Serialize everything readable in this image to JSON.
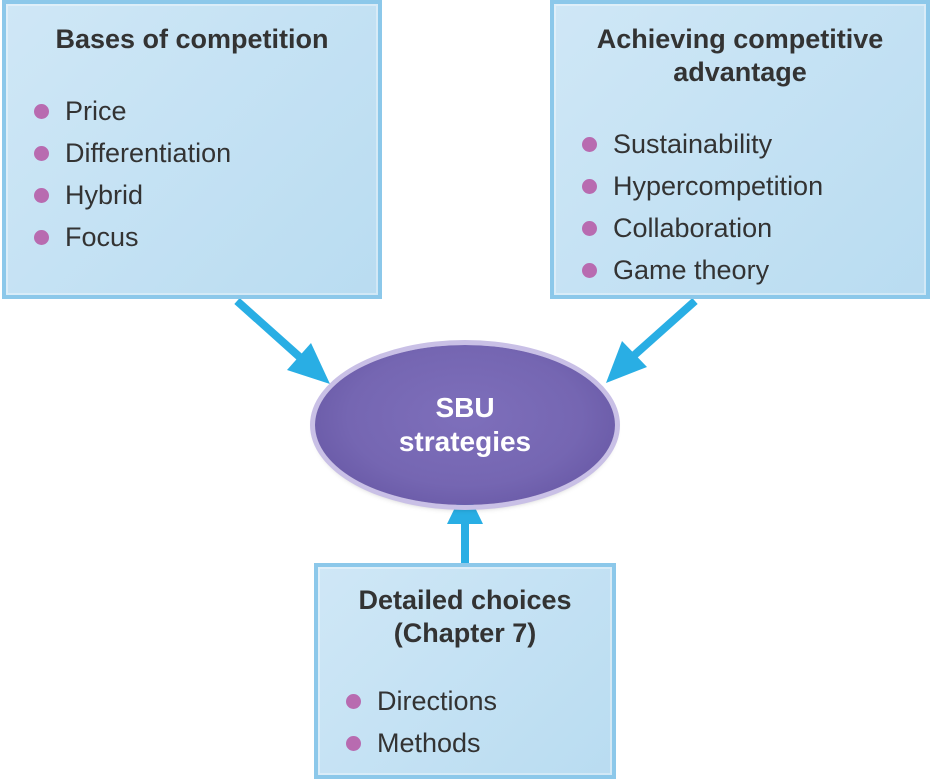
{
  "center": {
    "label": "SBU strategies"
  },
  "bases_box": {
    "title": "Bases of competition",
    "items": [
      "Price",
      "Differentiation",
      "Hybrid",
      "Focus"
    ]
  },
  "achieving_box": {
    "title": "Achieving competitive advantage",
    "items": [
      "Sustainability",
      "Hypercompetition",
      "Collaboration",
      "Game theory"
    ]
  },
  "detailed_box": {
    "title": "Detailed choices (Chapter 7)",
    "items": [
      "Directions",
      "Methods"
    ]
  },
  "colors": {
    "box_fill": "#c5e3f5",
    "box_border": "#8cc8ea",
    "bullet": "#b86bb0",
    "arrow": "#29aee4",
    "ellipse": "#7566b2"
  }
}
